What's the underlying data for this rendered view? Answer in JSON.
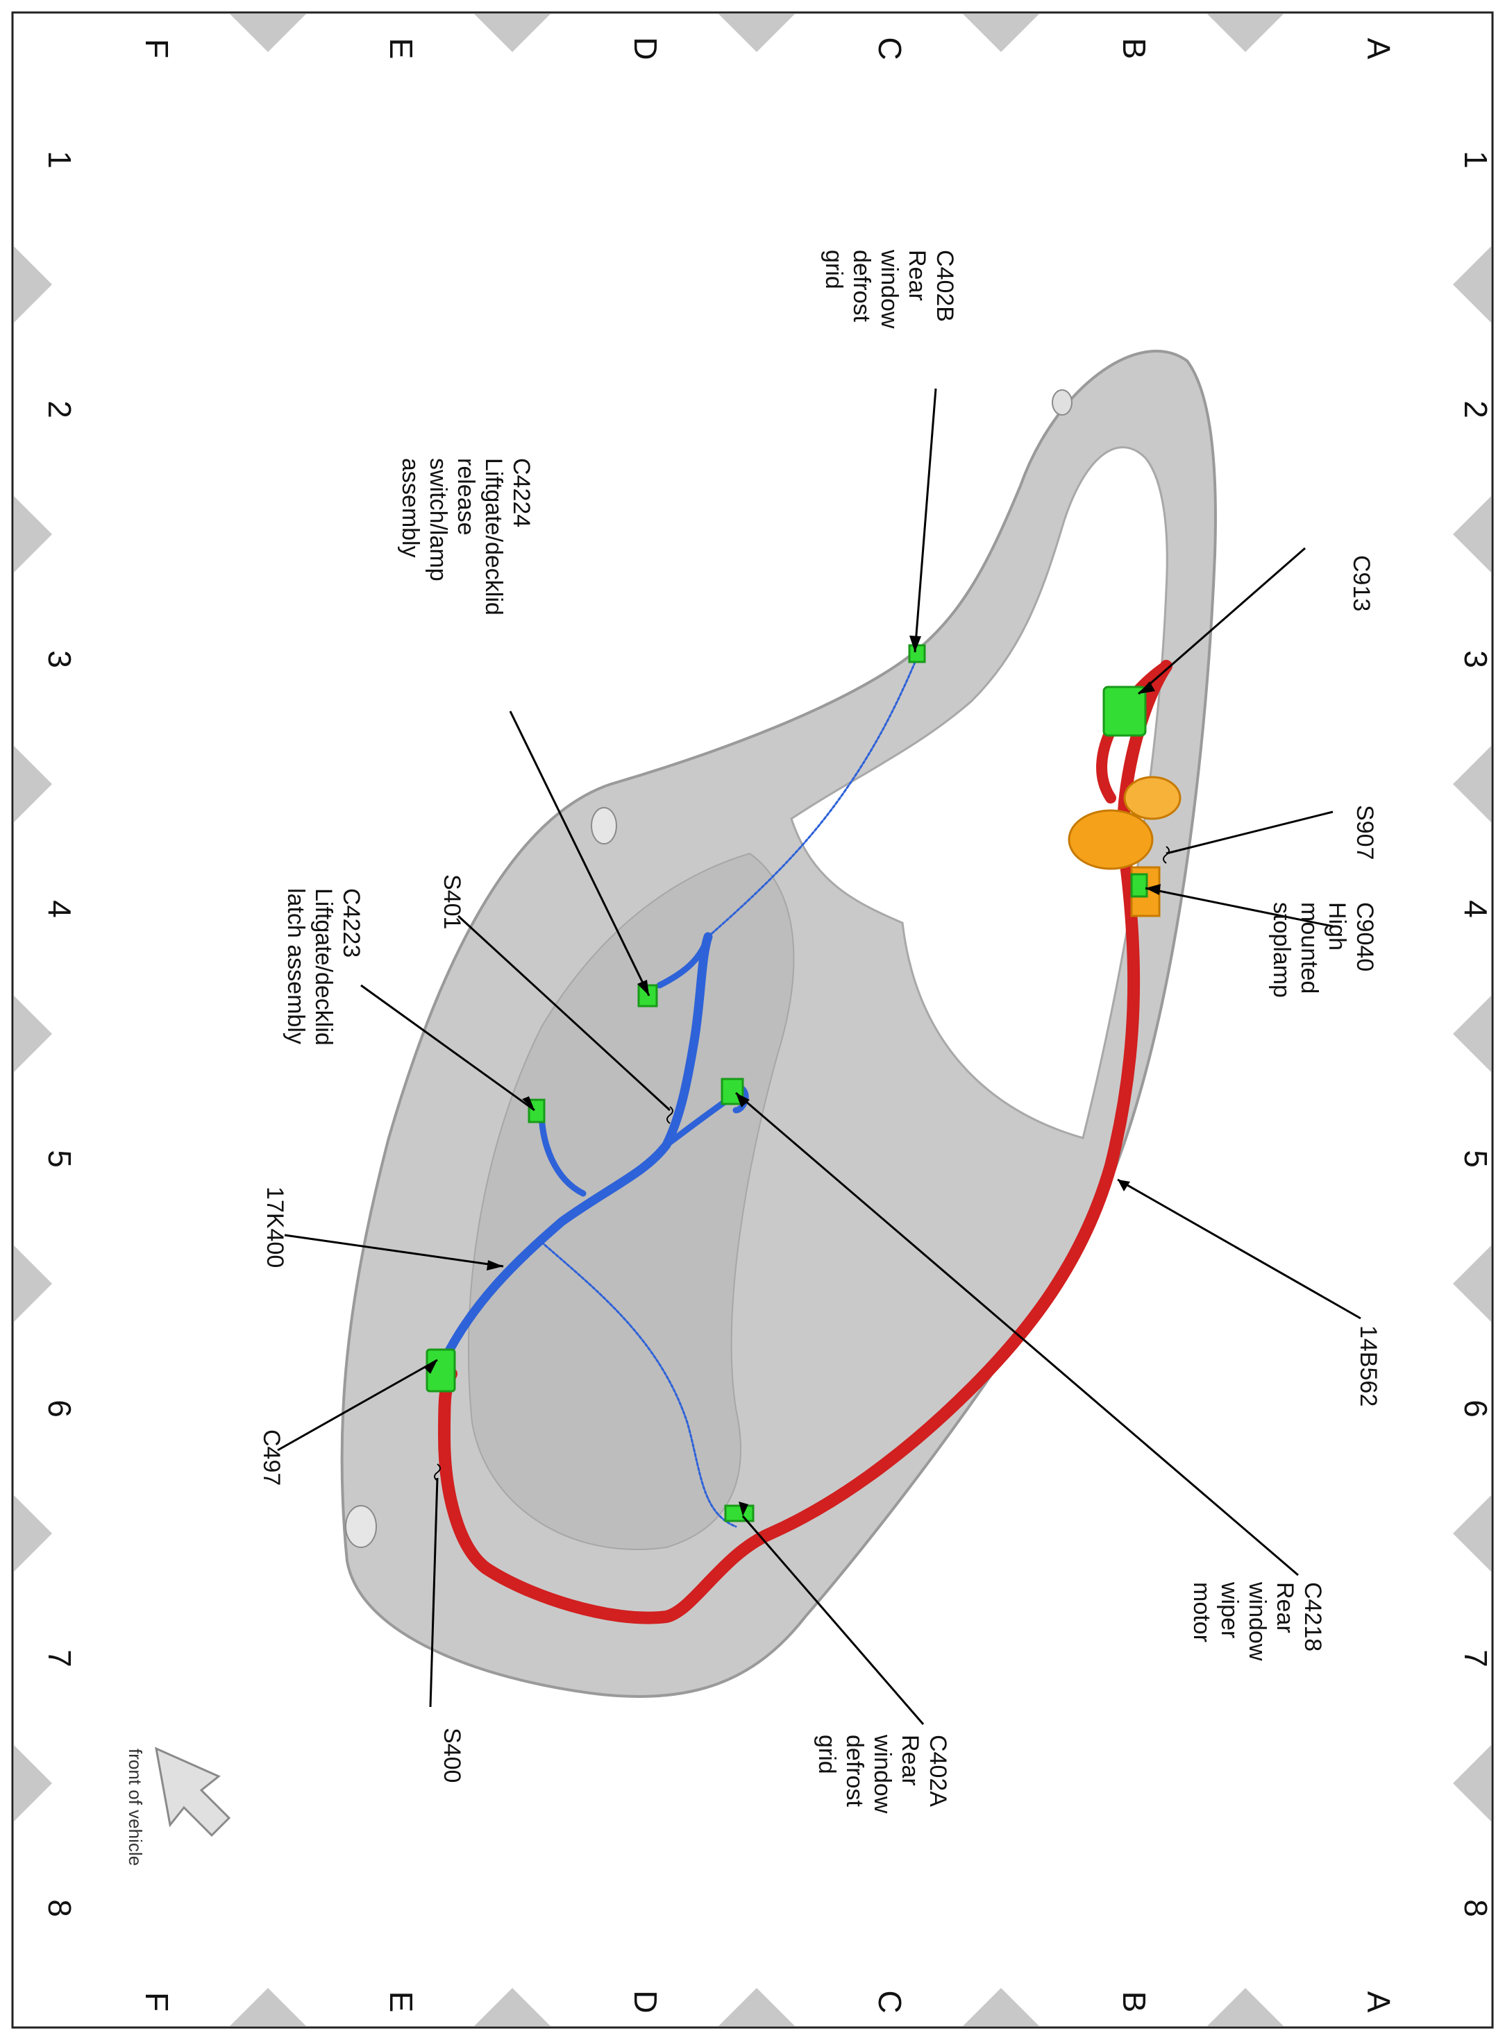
{
  "grid": {
    "rows": [
      "A",
      "B",
      "C",
      "D",
      "E",
      "F"
    ],
    "columns": [
      "1",
      "2",
      "3",
      "4",
      "5",
      "6",
      "7",
      "8"
    ]
  },
  "orientation_note": "front of vehicle",
  "colors": {
    "harness_red": "#d21f1f",
    "harness_blue": "#2e62d8",
    "connector_green": "#33dd33",
    "stoplamp_orange": "#f5a11a",
    "body_gray": "#c9c9c9",
    "marker_gray": "#c8c8c8"
  },
  "callouts": [
    {
      "id": "c402b",
      "lines": [
        "C402B",
        "Rear",
        "window",
        "defrost",
        "grid"
      ]
    },
    {
      "id": "c913",
      "lines": [
        "C913"
      ]
    },
    {
      "id": "s907",
      "lines": [
        "S907"
      ]
    },
    {
      "id": "c9040",
      "lines": [
        "C9040",
        "High",
        "mounted",
        "stoplamp"
      ]
    },
    {
      "id": "14b562",
      "lines": [
        "14B562"
      ]
    },
    {
      "id": "c4218",
      "lines": [
        "C4218",
        "Rear",
        "window",
        "wiper",
        "motor"
      ]
    },
    {
      "id": "c402a",
      "lines": [
        "C402A",
        "Rear",
        "window",
        "defrost",
        "grid"
      ]
    },
    {
      "id": "c4224",
      "lines": [
        "C4224",
        "Liftgate/decklid",
        "release",
        "switch/lamp",
        "assembly"
      ]
    },
    {
      "id": "s401",
      "lines": [
        "S401"
      ]
    },
    {
      "id": "c4223",
      "lines": [
        "C4223",
        "Liftgate/decklid",
        "latch assembly"
      ]
    },
    {
      "id": "17k400",
      "lines": [
        "17K400"
      ]
    },
    {
      "id": "c497",
      "lines": [
        "C497"
      ]
    },
    {
      "id": "s400",
      "lines": [
        "S400"
      ]
    }
  ]
}
